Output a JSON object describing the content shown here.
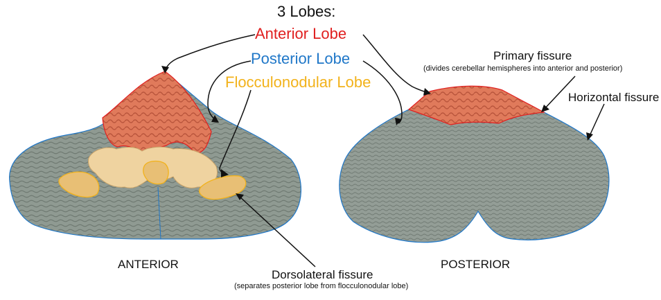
{
  "title": "3 Lobes:",
  "lobes": {
    "anterior": "Anterior Lobe",
    "posterior": "Posterior Lobe",
    "flocculonodular": "Flocculonodular Lobe"
  },
  "views": {
    "anterior": "ANTERIOR",
    "posterior": "POSTERIOR"
  },
  "callouts": {
    "primary_fissure": {
      "title": "Primary fissure",
      "detail": "(divides cerebellar hemispheres into anterior and posterior)"
    },
    "horizontal_fissure": {
      "title": "Horizontal fissure"
    },
    "dorsolateral_fissure": {
      "title": "Dorsolateral fissure",
      "detail": "(separates posterior lobe from flocculonodular lobe)"
    }
  },
  "colors": {
    "anterior_lobe": "#e02020",
    "posterior_lobe": "#1f77c8",
    "flocculonodular_lobe": "#f2b21b",
    "tissue_gray": "#8e9890",
    "anterior_tissue": "#e0795a",
    "floccular_tissue": "#e8c58a"
  }
}
